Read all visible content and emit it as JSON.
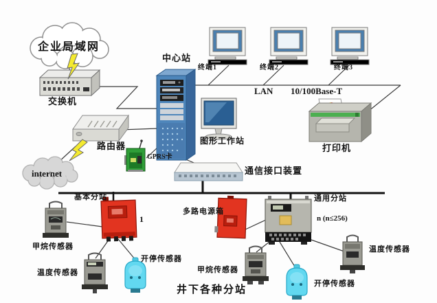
{
  "labels": {
    "enterprise_lan": "企业局域网",
    "switch": "交换机",
    "router": "路由器",
    "internet": "internet",
    "central_station": "中心站",
    "gprs_card": "GPRS卡",
    "terminal1": "终端1",
    "terminal2": "终端2",
    "terminal3": "终端3",
    "lan": "LAN",
    "lan_standard": "10/100Base-T",
    "graphics_workstation": "图形工作站",
    "printer": "打印机",
    "comm_interface": "通信接口装置",
    "basic_substation": "基本分站",
    "substation_index": "1",
    "power_box": "多路电源箱",
    "general_substation": "通用分站",
    "substation_count": "n (n≤256)",
    "methane_left": "甲烷传感器",
    "temp_left": "温度传感器",
    "startstop_left": "开停传感器",
    "methane_right": "甲烷传感器",
    "startstop_right": "开停传感器",
    "temp_right": "温度传感器",
    "underground_caption": "井下各种分站"
  },
  "colors": {
    "server_blue": "#4e86bb",
    "device_red": "#e23420",
    "sensor_cyan": "#62d8f0",
    "gprs_green": "#2f9e38",
    "lightning_yellow": "#f4ea30",
    "line_color": "#3a3a3a",
    "bus_color": "#111111"
  }
}
